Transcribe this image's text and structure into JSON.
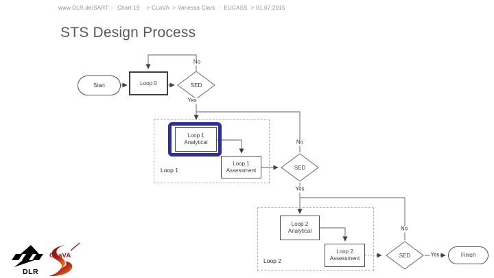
{
  "header": {
    "text": "www.DLR.de/SART  ·  Chart 19    > CLaVA  > Vanessa Clark  ·  EUCASS  > 01.07.2015"
  },
  "title": {
    "text": "STS Design Process"
  },
  "flowchart": {
    "start": "Start",
    "loop0": "Loop 0",
    "sed": "SED",
    "finish": "Finish",
    "loop1_group": "Loop 1",
    "loop2_group": "Loop 2",
    "analytical1": {
      "line1": "Loop 1",
      "line2": "Analytical"
    },
    "assessment1": {
      "line1": "Loop 1",
      "line2": "Assessment"
    },
    "analytical2": {
      "line1": "Loop 2",
      "line2": "Analytical"
    },
    "assessment2": {
      "line1": "Loop 2",
      "line2": "Assessment"
    },
    "labels": {
      "yes": "Yes",
      "no": "No"
    }
  },
  "logos": {
    "dlr": "DLR",
    "clava": "CLaVA"
  },
  "colors": {
    "highlight_blue": "#2b2f96",
    "title_gray": "#57585a",
    "line_gray": "#808080",
    "clava_red": "#a6131c"
  }
}
